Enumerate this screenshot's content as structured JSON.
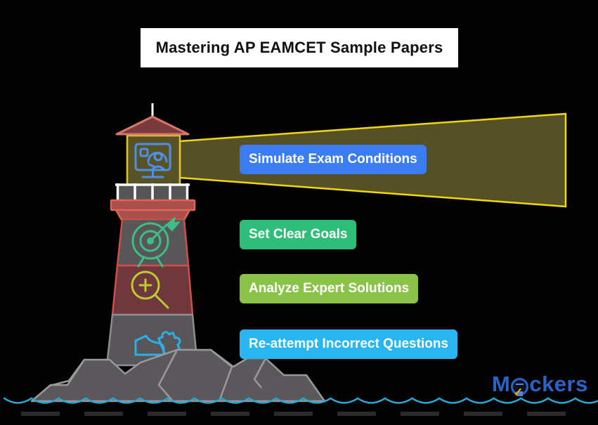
{
  "title": "Mastering AP EAMCET Sample Papers",
  "steps": [
    {
      "id": "simulate",
      "label": "Simulate Exam Conditions",
      "color": "#3B7DF0"
    },
    {
      "id": "goals",
      "label": "Set Clear Goals",
      "color": "#2FBE79"
    },
    {
      "id": "analyze",
      "label": "Analyze Expert Solutions",
      "color": "#8BC34A"
    },
    {
      "id": "reattempt",
      "label": "Re-attempt Incorrect Questions",
      "color": "#29B6F0"
    }
  ],
  "lighthouse": {
    "icons": [
      {
        "name": "video-call-monitor-icon",
        "color": "#4E8FE8"
      },
      {
        "name": "target-goal-icon",
        "color": "#3CBE85"
      },
      {
        "name": "zoom-magnifier-icon",
        "color": "#BDCB33"
      },
      {
        "name": "puzzle-piece-icon",
        "color": "#2CAEE8"
      }
    ],
    "palette": {
      "roof_fill": "#7B3A3E",
      "roof_stroke": "#D9756B",
      "lantern_fill": "#595226",
      "lantern_stroke": "#E3C52B",
      "tower_gray_fill": "#59565A",
      "tower_red_fill": "#6F383C",
      "tower_red_stroke": "#D04F46",
      "tower_gray_stroke": "#8E8E90",
      "gallery_fill": "#A94F4C",
      "gallery_stroke": "#E06558",
      "rock_fill": "#5B585C",
      "rock_stroke": "#9A989B"
    }
  },
  "beam": {
    "fill": "#565026",
    "stroke": "#EFD713"
  },
  "waves": {
    "color": "#2BA9D4"
  },
  "logo": {
    "prefix": "M",
    "suffix": "ckers",
    "check": "✓",
    "text_color": "#2A62C8",
    "check_color": "#F2AA1C"
  }
}
